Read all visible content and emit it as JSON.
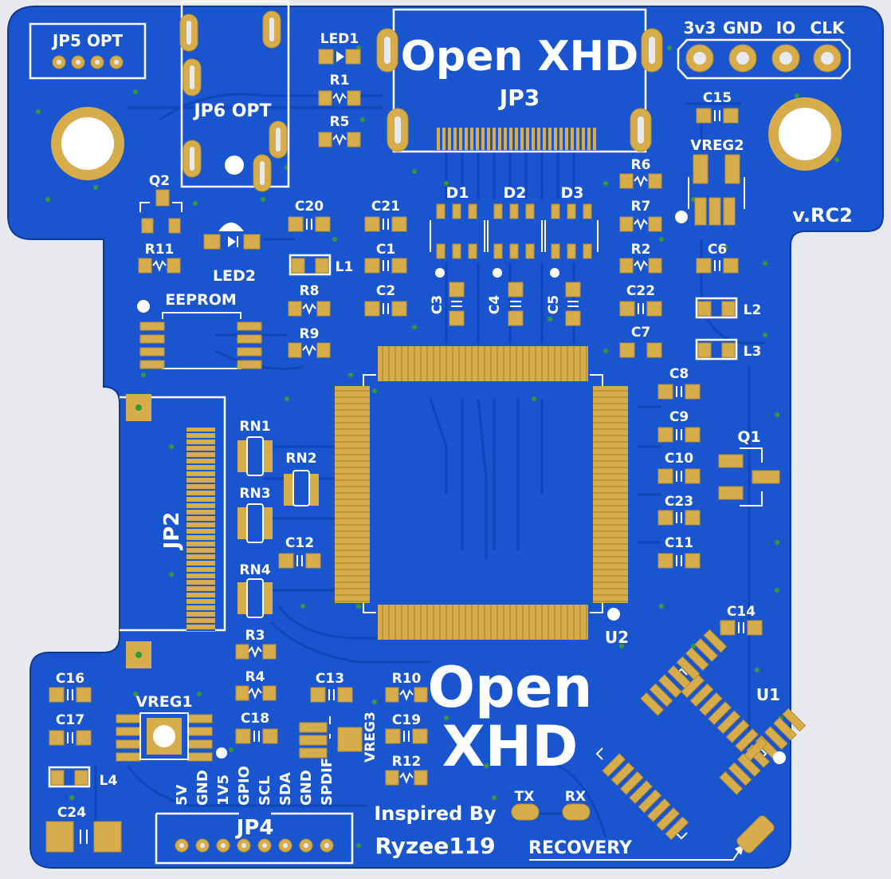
{
  "board": {
    "colors": {
      "mask": "#1a55d0",
      "trace": "#1047b7",
      "copper": "#d6ad4a",
      "silk": "#ffffff",
      "background": "#e7e9ef"
    },
    "title": "Open XHD",
    "title_small": "Open XHD",
    "title_big_1": "Open",
    "title_big_2": "XHD",
    "version": "v.RC2",
    "credit_1": "Inspired By",
    "credit_2": "Ryzee119",
    "recovery": "RECOVERY",
    "tx": "TX",
    "rx": "RX",
    "header_pins": [
      "3v3",
      "GND",
      "IO",
      "CLK"
    ],
    "jp4_pins": [
      "5V",
      "GND",
      "1V5",
      "GPIO",
      "SCL",
      "SDA",
      "GND",
      "SPDIF"
    ],
    "designators": {
      "jp5": "JP5 OPT",
      "jp6": "JP6 OPT",
      "jp3": "JP3",
      "jp2": "JP2",
      "jp4": "JP4",
      "led1": "LED1",
      "led2": "LED2",
      "r1": "R1",
      "r5": "R5",
      "q2": "Q2",
      "r11": "R11",
      "c20": "C20",
      "c21": "C21",
      "c1": "C1",
      "l1": "L1",
      "r8": "R8",
      "c2": "C2",
      "r9": "R9",
      "eeprom": "EEPROM",
      "d1": "D1",
      "d2": "D2",
      "d3": "D3",
      "c3": "C3",
      "c4": "C4",
      "c5": "C5",
      "r6": "R6",
      "r7": "R7",
      "r2": "R2",
      "c22": "C22",
      "c7": "C7",
      "c15": "C15",
      "vreg2": "VREG2",
      "c6": "C6",
      "l2": "L2",
      "l3": "L3",
      "c8": "C8",
      "c9": "C9",
      "c10": "C10",
      "c23": "C23",
      "c11": "C11",
      "q1": "Q1",
      "rn1": "RN1",
      "rn2": "RN2",
      "rn3": "RN3",
      "rn4": "RN4",
      "c12": "C12",
      "r3": "R3",
      "r4": "R4",
      "c13": "C13",
      "r10": "R10",
      "c18": "C18",
      "c19": "C19",
      "r12": "R12",
      "vreg3": "VREG3",
      "vreg1": "VREG1",
      "c16": "C16",
      "c17": "C17",
      "l4": "L4",
      "c24": "C24",
      "u2": "U2",
      "u1": "U1",
      "c14": "C14"
    }
  }
}
